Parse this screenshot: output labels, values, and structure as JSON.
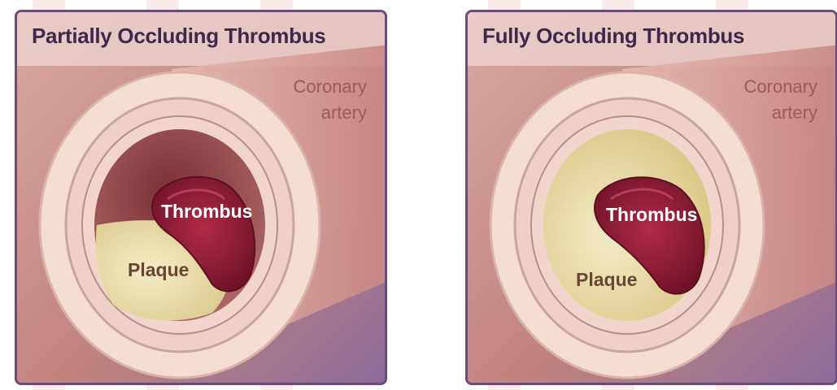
{
  "panels": [
    {
      "title": "Partially Occluding Thrombus",
      "vessel_label": [
        "Coronary",
        "artery"
      ],
      "thrombus_label": "Thrombus",
      "plaque_label": "Plaque"
    },
    {
      "title": "Fully Occluding Thrombus",
      "vessel_label": [
        "Coronary",
        "artery"
      ],
      "thrombus_label": "Thrombus",
      "plaque_label": "Plaque"
    }
  ],
  "colors": {
    "panel_border": "#6b4a7c",
    "artery_wall": "#f3dcd2",
    "lumen": "#a45a5c",
    "plaque": "#e9dfae",
    "thrombus": "#9e1f3c",
    "title_text": "#3c2a4a"
  }
}
